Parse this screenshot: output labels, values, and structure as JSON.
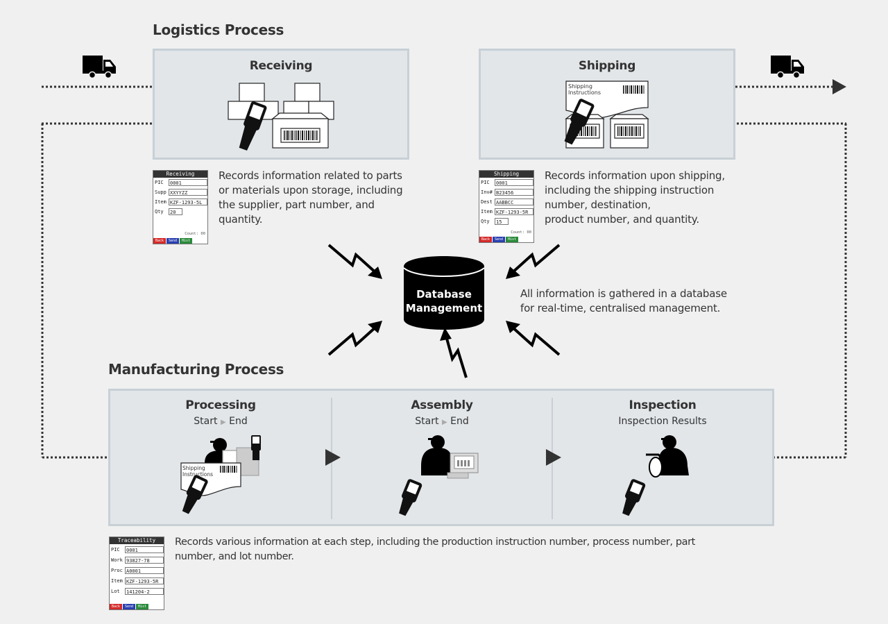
{
  "sections": {
    "logistics_title": "Logistics Process",
    "manufacturing_title": "Manufacturing Process"
  },
  "receiving": {
    "title": "Receiving",
    "description_lines": [
      "Records information related to parts",
      "or materials upon storage, including",
      "the supplier, part number, and",
      "quantity."
    ],
    "terminal": {
      "header": "Receiving",
      "fields": [
        {
          "label": "PIC",
          "value": "0001"
        },
        {
          "label": "Supp",
          "value": "XXYYZZ"
        },
        {
          "label": "Item",
          "value": "KZF-1293-5L"
        },
        {
          "label": "Qty",
          "value": "20"
        }
      ],
      "count_label": "Count:",
      "count_value": "00",
      "buttons": [
        "Back",
        "Send",
        "Hist"
      ]
    }
  },
  "shipping": {
    "title": "Shipping",
    "doc_label_1": "Shipping",
    "doc_label_2": "Instructions",
    "description_lines": [
      "Records information upon shipping,",
      "including the shipping instruction",
      "number, destination,",
      "product number, and quantity."
    ],
    "terminal": {
      "header": "Shipping",
      "fields": [
        {
          "label": "PIC",
          "value": "0001"
        },
        {
          "label": "Inv#",
          "value": "B23456"
        },
        {
          "label": "Dest",
          "value": "AABBCC"
        },
        {
          "label": "Item",
          "value": "KZF-1293-5R"
        },
        {
          "label": "Qty",
          "value": "15"
        }
      ],
      "count_label": "Count:",
      "count_value": "00",
      "buttons": [
        "Back",
        "Send",
        "Hist"
      ]
    }
  },
  "database": {
    "line1": "Database",
    "line2": "Management",
    "description_lines": [
      "All information is gathered in a database",
      "for real-time, centralised management."
    ]
  },
  "manufacturing": {
    "steps": [
      {
        "title": "Processing",
        "start": "Start",
        "end": "End",
        "doc_label_1": "Shipping",
        "doc_label_2": "Instructions"
      },
      {
        "title": "Assembly",
        "start": "Start",
        "end": "End"
      },
      {
        "title": "Inspection",
        "subtitle": "Inspection Results"
      }
    ],
    "description_lines": [
      "Records various information at each step, including the production instruction number, process number, part",
      "number, and lot number."
    ],
    "terminal": {
      "header": "Traceability",
      "fields": [
        {
          "label": "PIC",
          "value": "0001"
        },
        {
          "label": "Work",
          "value": "93827-78"
        },
        {
          "label": "Proc",
          "value": "A0001"
        },
        {
          "label": "Item",
          "value": "KZF-1293-5R"
        },
        {
          "label": "Lot",
          "value": "141204-2"
        }
      ],
      "buttons": [
        "Back",
        "Send",
        "Hist"
      ]
    }
  },
  "colors": {
    "background": "#f0f0f0",
    "panel_fill": "#e2e6e9",
    "panel_border": "#c8d0d6",
    "button_back": "#d42a2a",
    "button_send": "#2a3fb0",
    "button_hist": "#2a8a3a"
  },
  "icons": [
    "truck-icon",
    "handheld-terminal-icon",
    "box-icon",
    "barcode-icon",
    "worker-icon",
    "database-icon",
    "lightning-arrow-icon",
    "play-arrow-icon"
  ]
}
